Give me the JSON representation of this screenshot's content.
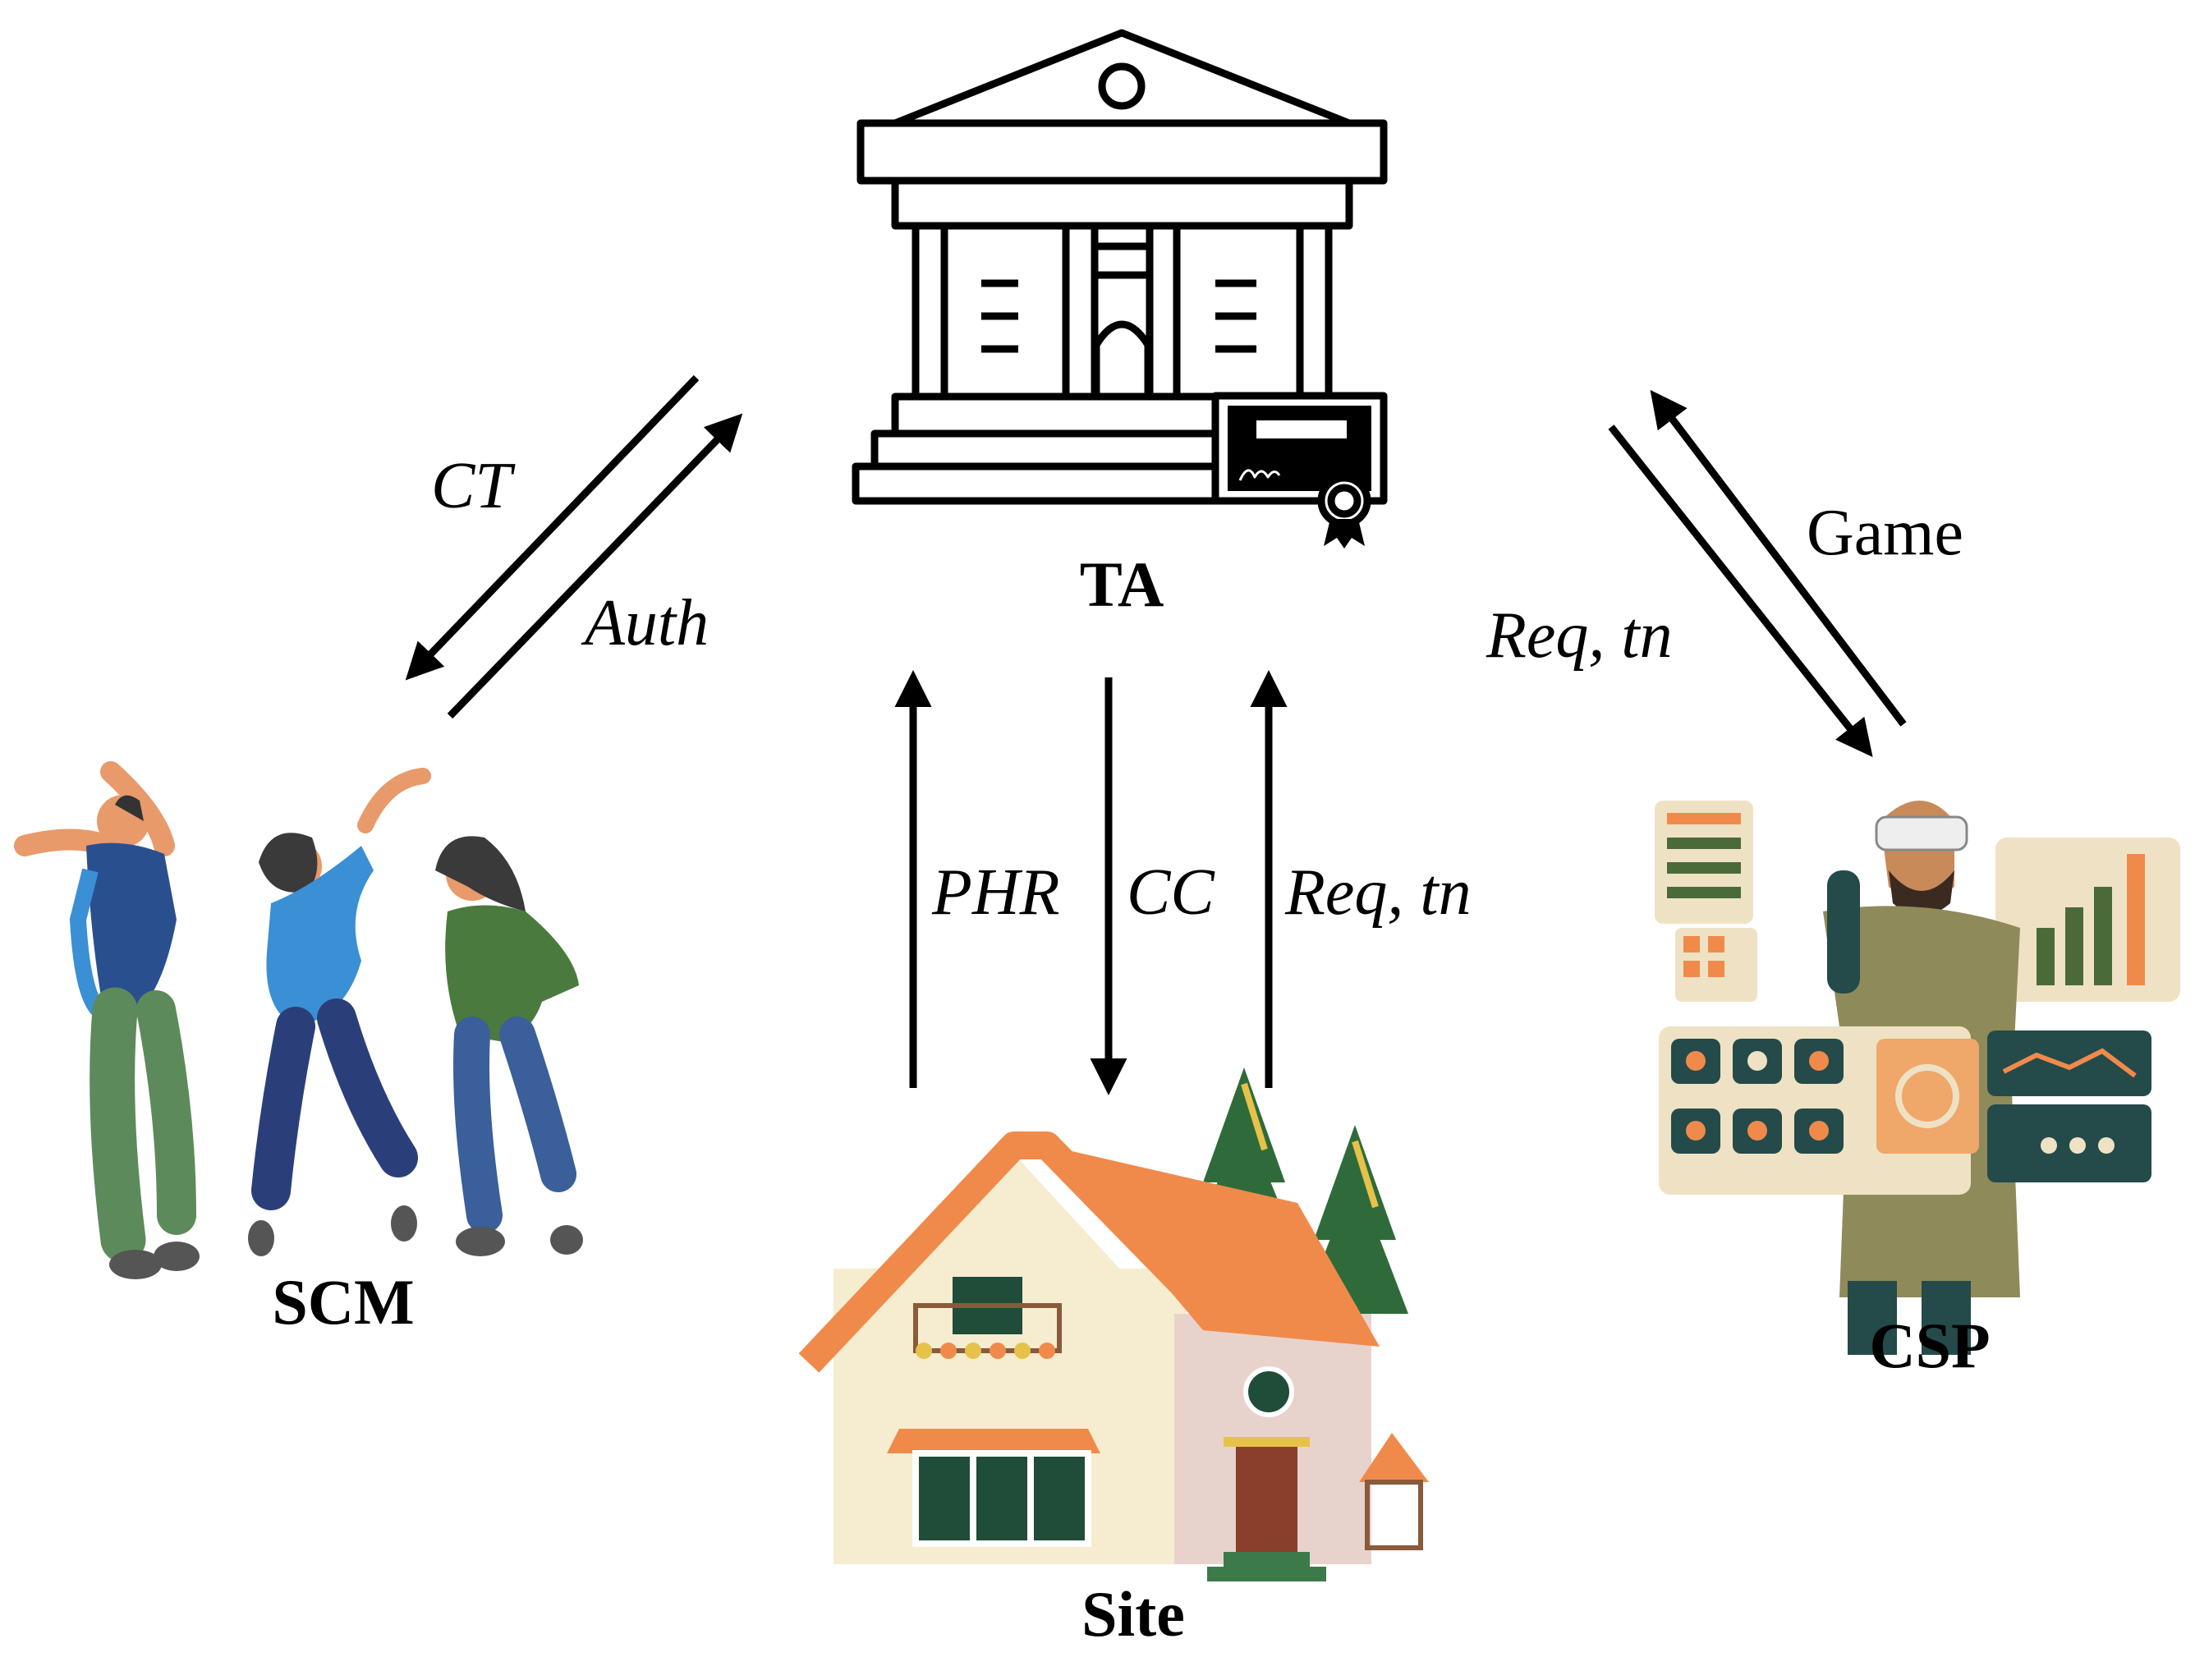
{
  "nodes": {
    "ta": {
      "label": "TA"
    },
    "scm": {
      "label": "SCM"
    },
    "site": {
      "label": "Site"
    },
    "csp": {
      "label": "CSP"
    }
  },
  "edges": {
    "ct": {
      "label": "CT"
    },
    "auth": {
      "label": "Auth"
    },
    "phr": {
      "label": "PHR"
    },
    "cc": {
      "label": "CC"
    },
    "req_site": {
      "label": "Req, tn"
    },
    "req_csp": {
      "label": "Req, tn"
    },
    "game": {
      "label": "Game"
    }
  },
  "colors": {
    "ink": "#000000",
    "roof_orange": "#f08a4b",
    "house_cream": "#f6ecd0",
    "house_pink": "#e8d3cc",
    "tree_green": "#2f6b3a",
    "denim_blue": "#2a4f8f",
    "shirt_blue": "#3b8fd4",
    "jacket_green": "#4b7a3f",
    "panel_dark": "#244a4a",
    "panel_cream": "#efe2c4"
  },
  "icons": {
    "ta": "bank-building-certificate-icon",
    "scm": "dancing-people-illustration",
    "site": "house-illustration",
    "csp": "vr-user-dashboard-illustration"
  }
}
